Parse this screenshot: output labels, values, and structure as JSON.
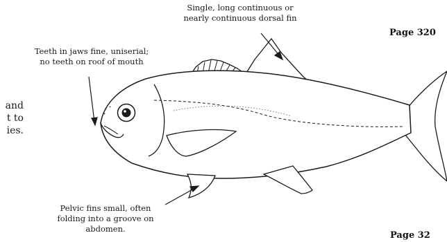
{
  "labels": {
    "dorsal": [
      "Single, long continuous or",
      "nearly continuous dorsal fin"
    ],
    "teeth": [
      "Teeth in jaws fine, uniserial;",
      "no teeth on roof of mouth"
    ],
    "pelvic": [
      "Pelvic fins small, often",
      "folding into a groove on",
      "abdomen."
    ]
  },
  "page_ref_top": "Page 320",
  "page_ref_bottom": "Page 32",
  "left_text_fragments": [
    "and",
    "t to",
    "ies."
  ]
}
